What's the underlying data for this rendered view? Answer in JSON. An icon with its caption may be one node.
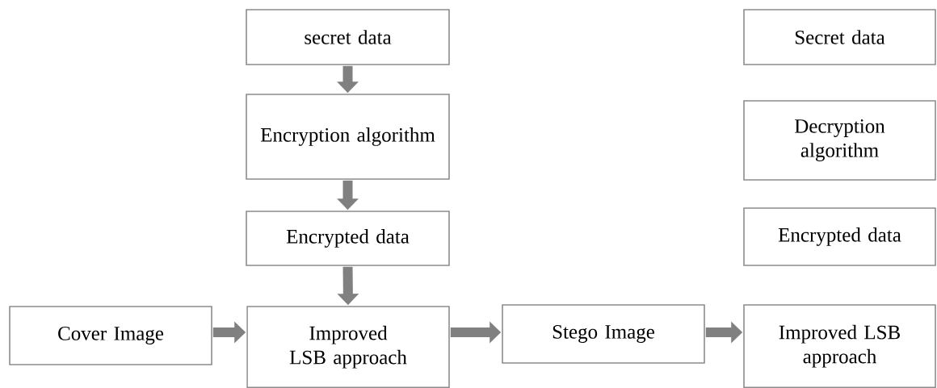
{
  "diagram": {
    "nodes": [
      {
        "text": [
          "secret data"
        ]
      },
      {
        "text": [
          "Encryption algorithm"
        ]
      },
      {
        "text": [
          "Encrypted data"
        ]
      },
      {
        "text": [
          "Cover Image"
        ]
      },
      {
        "text": [
          "Improved LSB approach"
        ]
      },
      {
        "text": [
          "Stego Image"
        ]
      },
      {
        "text": [
          "Secret data"
        ]
      },
      {
        "text": [
          "Decryption algorithm"
        ]
      },
      {
        "text": [
          "Encrypted data"
        ]
      },
      {
        "text": [
          "Improved LSB approach"
        ]
      }
    ],
    "edges": [
      {
        "from": 0,
        "to": 1,
        "arrow": "to"
      },
      {
        "from": 1,
        "to": 2,
        "arrow": "to"
      },
      {
        "from": 2,
        "to": 4,
        "arrow": "to"
      },
      {
        "from": 3,
        "to": 4,
        "arrow": "to"
      },
      {
        "from": 4,
        "to": 5,
        "arrow": "to"
      },
      {
        "from": 5,
        "to": 9,
        "arrow": "to"
      }
    ]
  }
}
